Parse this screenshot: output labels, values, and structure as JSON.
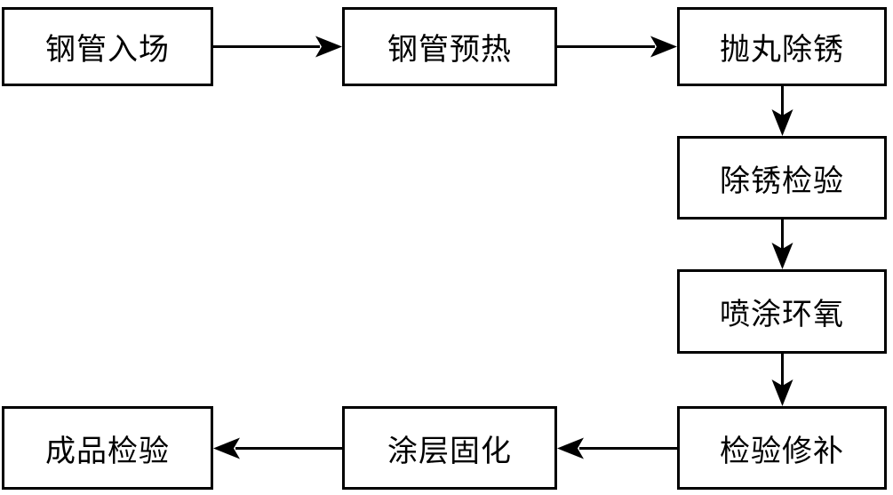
{
  "diagram": {
    "type": "flowchart",
    "nodes": [
      {
        "id": "pipe-entry",
        "label": "钢管入场"
      },
      {
        "id": "pipe-preheat",
        "label": "钢管预热"
      },
      {
        "id": "shot-blast-derust",
        "label": "抛丸除锈"
      },
      {
        "id": "derust-inspection",
        "label": "除锈检验"
      },
      {
        "id": "epoxy-spray",
        "label": "喷涂环氧"
      },
      {
        "id": "inspection-repair",
        "label": "检验修补"
      },
      {
        "id": "coating-cure",
        "label": "涂层固化"
      },
      {
        "id": "final-inspection",
        "label": "成品检验"
      }
    ],
    "edges": [
      {
        "from": "钢管入场",
        "to": "钢管预热",
        "direction": "right"
      },
      {
        "from": "钢管预热",
        "to": "抛丸除锈",
        "direction": "right"
      },
      {
        "from": "抛丸除锈",
        "to": "除锈检验",
        "direction": "down"
      },
      {
        "from": "除锈检验",
        "to": "喷涂环氧",
        "direction": "down"
      },
      {
        "from": "喷涂环氧",
        "to": "检验修补",
        "direction": "down"
      },
      {
        "from": "检验修补",
        "to": "涂层固化",
        "direction": "left"
      },
      {
        "from": "涂层固化",
        "to": "成品检验",
        "direction": "left"
      }
    ],
    "colors": {
      "line": "#000000",
      "box_border": "#000000",
      "box_fill": "#ffffff",
      "background": "#ffffff",
      "text": "#000000"
    }
  }
}
